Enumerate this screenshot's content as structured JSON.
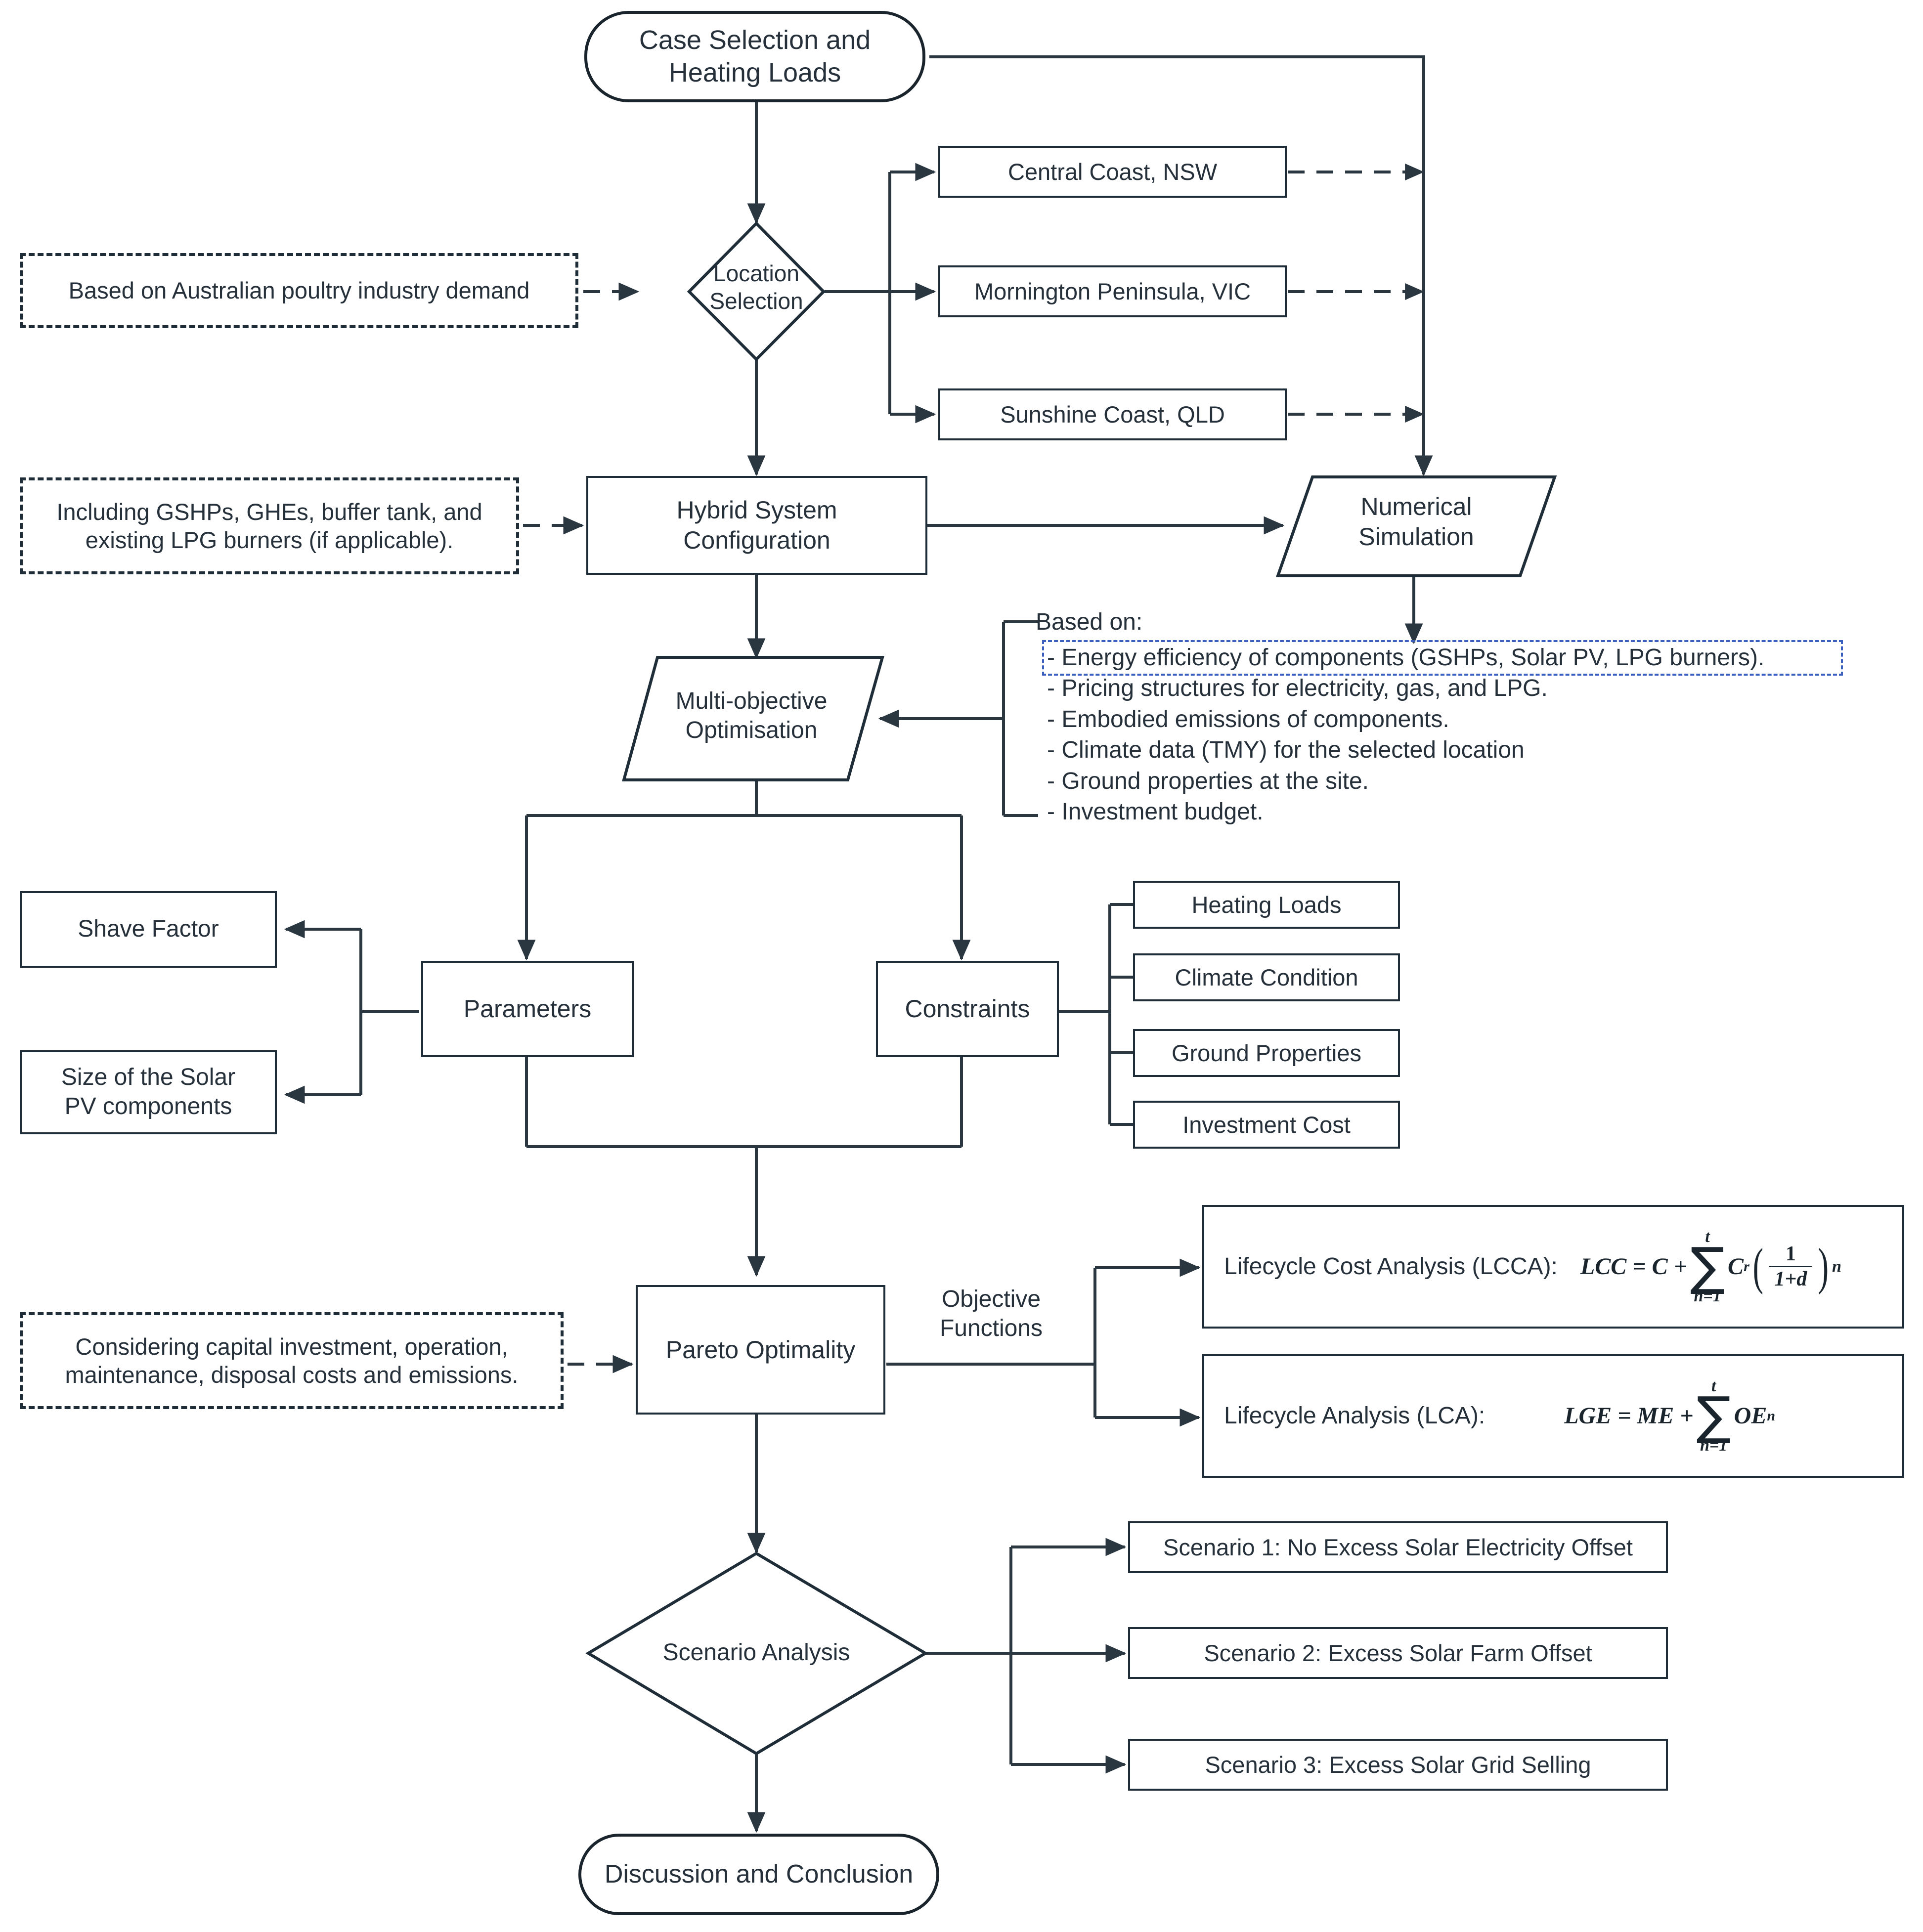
{
  "diagram": {
    "title_flow": "Research methodology flowchart",
    "colors": {
      "stroke": "#1f2d38",
      "text": "#25303a",
      "selection_outline": "#3b5fbf",
      "background": "#ffffff"
    }
  },
  "nodes": {
    "start": {
      "label": "Case Selection and\nHeating Loads",
      "line1": "Case Selection and",
      "line2": "Heating Loads"
    },
    "location_selection": {
      "line1": "Location",
      "line2": "Selection"
    },
    "note_poultry": {
      "text": "Based on Australian poultry industry demand"
    },
    "locations": [
      {
        "label": "Central Coast, NSW"
      },
      {
        "label": "Mornington Peninsula, VIC"
      },
      {
        "label": "Sunshine Coast, QLD"
      }
    ],
    "note_hybrid": {
      "line1": "Including GSHPs, GHEs, buffer tank, and",
      "line2": "existing LPG burners (if applicable)."
    },
    "hybrid_config": {
      "line1": "Hybrid System",
      "line2": "Configuration"
    },
    "numerical_simulation": {
      "line1": "Numerical",
      "line2": "Simulation"
    },
    "multi_objective": {
      "line1": "Multi-objective",
      "line2": "Optimisation"
    },
    "based_on": {
      "heading": "Based on:",
      "items": [
        "- Energy efficiency of components (GSHPs, Solar PV, LPG burners).",
        "- Pricing structures for electricity, gas, and LPG.",
        "- Embodied emissions of components.",
        "- Climate data (TMY) for the selected location",
        "- Ground properties at the site.",
        "- Investment budget."
      ],
      "selected_item_index": 0
    },
    "parameters": {
      "label": "Parameters"
    },
    "parameter_items": [
      {
        "label": "Shave Factor"
      },
      {
        "line1": "Size of the Solar",
        "line2": "PV components"
      }
    ],
    "constraints": {
      "label": "Constraints"
    },
    "constraint_items": [
      {
        "label": "Heating Loads"
      },
      {
        "label": "Climate Condition"
      },
      {
        "label": "Ground Properties"
      },
      {
        "label": "Investment Cost"
      }
    ],
    "note_pareto": {
      "line1": "Considering capital investment, operation,",
      "line2": "maintenance, disposal costs and emissions."
    },
    "pareto": {
      "label": "Pareto Optimality"
    },
    "objective_functions_label": {
      "line1": "Objective",
      "line2": "Functions"
    },
    "lcca": {
      "label": "Lifecycle Cost Analysis (LCCA):",
      "formula_text": "LCC = C + sum(n=1..t) Cr (1/(1+d))^n",
      "lhs": "LCC = C +",
      "sum_upper": "t",
      "sum_lower": "n=1",
      "term": "C",
      "term_sub": "r",
      "frac_num": "1",
      "frac_den": "1+d",
      "power": "n"
    },
    "lca": {
      "label": "Lifecycle Analysis (LCA):",
      "formula_text": "LGE = ME + sum(n=1..t) OEn",
      "lhs": "LGE = ME +",
      "sum_upper": "t",
      "sum_lower": "n=1",
      "term": "OE",
      "term_sub": "n"
    },
    "scenario_analysis": {
      "label": "Scenario Analysis"
    },
    "scenarios": [
      {
        "label": "Scenario 1: No Excess Solar Electricity Offset"
      },
      {
        "label": "Scenario 2: Excess Solar Farm Offset"
      },
      {
        "label": "Scenario 3: Excess Solar Grid Selling"
      }
    ],
    "end": {
      "label": "Discussion and Conclusion"
    }
  }
}
